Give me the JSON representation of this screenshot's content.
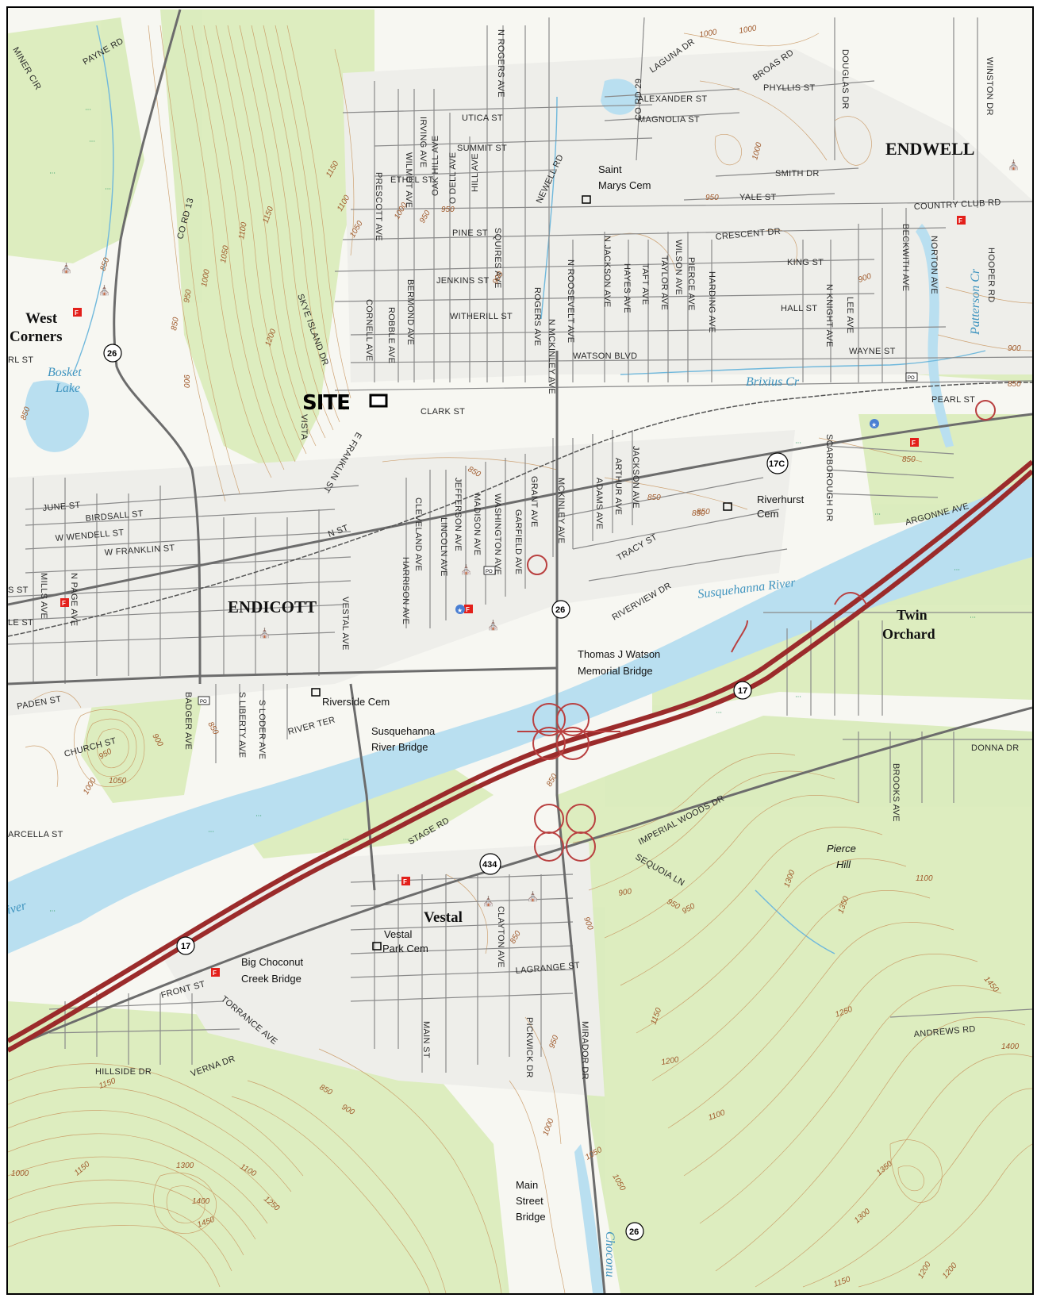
{
  "map": {
    "site_label": "SITE",
    "towns": [
      {
        "id": "endwell",
        "text": "ENDWELL"
      },
      {
        "id": "endicott",
        "text": "ENDICOTT"
      },
      {
        "id": "west",
        "text": "West"
      },
      {
        "id": "corners",
        "text": "Corners"
      },
      {
        "id": "twin",
        "text": "Twin"
      },
      {
        "id": "orchard",
        "text": "Orchard"
      },
      {
        "id": "vestal",
        "text": "Vestal"
      }
    ],
    "water": [
      {
        "id": "bosket",
        "text": "Bosket"
      },
      {
        "id": "lake",
        "text": "Lake"
      },
      {
        "id": "brixius",
        "text": "Brixius Cr"
      },
      {
        "id": "susq",
        "text": "Susquehanna River"
      },
      {
        "id": "patterson",
        "text": "Patterson Cr"
      },
      {
        "id": "choconut",
        "text": "Choconu"
      },
      {
        "id": "river_left",
        "text": "iver"
      }
    ],
    "features": [
      {
        "id": "stmarys1",
        "text": "Saint"
      },
      {
        "id": "stmarys2",
        "text": "Marys Cem"
      },
      {
        "id": "riverhurst1",
        "text": "Riverhurst"
      },
      {
        "id": "riverhurst2",
        "text": "Cem"
      },
      {
        "id": "watson1",
        "text": "Thomas J Watson"
      },
      {
        "id": "watson2",
        "text": "Memorial Bridge"
      },
      {
        "id": "riverside",
        "text": "Riverside Cem"
      },
      {
        "id": "susqbr1",
        "text": "Susquehanna"
      },
      {
        "id": "susqbr2",
        "text": "River Bridge"
      },
      {
        "id": "vestalpark1",
        "text": "Vestal"
      },
      {
        "id": "vestalpark2",
        "text": "Park Cem"
      },
      {
        "id": "bigchoc1",
        "text": "Big Choconut"
      },
      {
        "id": "bigchoc2",
        "text": "Creek Bridge"
      },
      {
        "id": "mainst1",
        "text": "Main"
      },
      {
        "id": "mainst2",
        "text": "Street"
      },
      {
        "id": "mainst3",
        "text": "Bridge"
      },
      {
        "id": "pierce1",
        "text": "Pierce"
      },
      {
        "id": "pierce2",
        "text": "Hill"
      }
    ],
    "shields": [
      {
        "id": "r26a",
        "text": "26"
      },
      {
        "id": "r26b",
        "text": "26"
      },
      {
        "id": "r26c",
        "text": "26"
      },
      {
        "id": "r17c",
        "text": "17C"
      },
      {
        "id": "r17a",
        "text": "17"
      },
      {
        "id": "r17b",
        "text": "17"
      },
      {
        "id": "r434",
        "text": "434"
      }
    ],
    "roads": [
      {
        "id": "miner",
        "text": "MINER CIR"
      },
      {
        "id": "payne",
        "text": "PAYNE RD"
      },
      {
        "id": "co13",
        "text": "CO RD 13"
      },
      {
        "id": "prescott",
        "text": "PRESCOTT AVE"
      },
      {
        "id": "irving",
        "text": "IRVING AVE"
      },
      {
        "id": "wilmot",
        "text": "WILMOT AVE"
      },
      {
        "id": "nrogers",
        "text": "N ROGERS AVE"
      },
      {
        "id": "utica",
        "text": "UTICA ST"
      },
      {
        "id": "summit",
        "text": "SUMMIT ST"
      },
      {
        "id": "oakhill",
        "text": "OAK HILL AVE"
      },
      {
        "id": "odell",
        "text": "O DELL AVE"
      },
      {
        "id": "hill",
        "text": "HILL AVE"
      },
      {
        "id": "ethel",
        "text": "ETHEL ST"
      },
      {
        "id": "newell",
        "text": "NEWELL RD"
      },
      {
        "id": "squires",
        "text": "SQUIRES AVE"
      },
      {
        "id": "pine",
        "text": "PINE ST"
      },
      {
        "id": "laguna",
        "text": "LAGUNA DR"
      },
      {
        "id": "broas",
        "text": "BROAS RD"
      },
      {
        "id": "phyllis",
        "text": "PHYLLIS ST"
      },
      {
        "id": "douglas",
        "text": "DOUGLAS DR"
      },
      {
        "id": "winston",
        "text": "WINSTON DR"
      },
      {
        "id": "alexander",
        "text": "ALEXANDER ST"
      },
      {
        "id": "magnolia",
        "text": "MAGNOLIA ST"
      },
      {
        "id": "co29",
        "text": "CO RD 29"
      },
      {
        "id": "smith",
        "text": "SMITH DR"
      },
      {
        "id": "yale",
        "text": "YALE ST"
      },
      {
        "id": "country",
        "text": "COUNTRY CLUB RD"
      },
      {
        "id": "crescent",
        "text": "CRESCENT DR"
      },
      {
        "id": "king",
        "text": "KING ST"
      },
      {
        "id": "beckwith",
        "text": "BECKWITH AVE"
      },
      {
        "id": "norton",
        "text": "NORTON AVE"
      },
      {
        "id": "hooper",
        "text": "HOOPER RD"
      },
      {
        "id": "jenkins",
        "text": "JENKINS ST"
      },
      {
        "id": "bermond",
        "text": "BERMOND AVE"
      },
      {
        "id": "robble",
        "text": "ROBBLE AVE"
      },
      {
        "id": "cornell",
        "text": "CORNELL AVE"
      },
      {
        "id": "skye",
        "text": "SKYE ISLAND DR"
      },
      {
        "id": "witherill",
        "text": "WITHERILL ST"
      },
      {
        "id": "rogers",
        "text": "ROGERS AVE"
      },
      {
        "id": "nmckinley",
        "text": "N MCKINLEY AVE"
      },
      {
        "id": "nroosevelt",
        "text": "N ROOSEVELT AVE"
      },
      {
        "id": "njackson",
        "text": "N JACKSON AVE"
      },
      {
        "id": "hayes",
        "text": "HAYES AVE"
      },
      {
        "id": "taft",
        "text": "TAFT AVE"
      },
      {
        "id": "taylor",
        "text": "TAYLOR AVE"
      },
      {
        "id": "pierce",
        "text": "PIERCE AVE"
      },
      {
        "id": "wilson",
        "text": "WILSON AVE"
      },
      {
        "id": "harding",
        "text": "HARDING AVE"
      },
      {
        "id": "hall",
        "text": "HALL ST"
      },
      {
        "id": "nknight",
        "text": "N KNIGHT AVE"
      },
      {
        "id": "lee",
        "text": "LEE AVE"
      },
      {
        "id": "watsonblvd",
        "text": "WATSON BLVD"
      },
      {
        "id": "wayne",
        "text": "WAYNE ST"
      },
      {
        "id": "clark",
        "text": "CLARK ST"
      },
      {
        "id": "pearl",
        "text": "PEARL ST"
      },
      {
        "id": "vista",
        "text": "VISTA"
      },
      {
        "id": "efranklin",
        "text": "E FRANKLIN ST"
      },
      {
        "id": "jefferson",
        "text": "JEFFERSON AVE"
      },
      {
        "id": "madison",
        "text": "MADISON AVE"
      },
      {
        "id": "washington",
        "text": "WASHINGTON AVE"
      },
      {
        "id": "grant",
        "text": "GRANT AVE"
      },
      {
        "id": "garfield",
        "text": "GARFIELD AVE"
      },
      {
        "id": "mckinley",
        "text": "MCKINLEY AVE"
      },
      {
        "id": "adams",
        "text": "ADAMS AVE"
      },
      {
        "id": "arthur",
        "text": "ARTHUR AVE"
      },
      {
        "id": "jackson",
        "text": "JACKSON AVE"
      },
      {
        "id": "scarborough",
        "text": "SCARBOROUGH DR"
      },
      {
        "id": "argonne",
        "text": "ARGONNE AVE"
      },
      {
        "id": "cleveland",
        "text": "CLEVELAND AVE"
      },
      {
        "id": "lincoln",
        "text": "LINCOLN AVE"
      },
      {
        "id": "harrison",
        "text": "HARRISON AVE"
      },
      {
        "id": "tracy",
        "text": "TRACY ST"
      },
      {
        "id": "riverview",
        "text": "RIVERVIEW DR"
      },
      {
        "id": "june",
        "text": "JUNE ST"
      },
      {
        "id": "birdsall",
        "text": "BIRDSALL ST"
      },
      {
        "id": "wwendell",
        "text": "W WENDELL ST"
      },
      {
        "id": "wfranklin",
        "text": "W FRANKLIN ST"
      },
      {
        "id": "nst",
        "text": "N ST"
      },
      {
        "id": "mills",
        "text": "MILLS AVE"
      },
      {
        "id": "npage",
        "text": "N PAGE AVE"
      },
      {
        "id": "sst",
        "text": "S ST"
      },
      {
        "id": "lest",
        "text": "LE ST"
      },
      {
        "id": "rlst",
        "text": "RL ST"
      },
      {
        "id": "vestalave",
        "text": "VESTAL AVE"
      },
      {
        "id": "paden",
        "text": "PADEN ST"
      },
      {
        "id": "church",
        "text": "CHURCH ST"
      },
      {
        "id": "badger",
        "text": "BADGER AVE"
      },
      {
        "id": "sliberty",
        "text": "S LIBERTY AVE"
      },
      {
        "id": "sloder",
        "text": "S LODER AVE"
      },
      {
        "id": "riverter",
        "text": "RIVER TER"
      },
      {
        "id": "arcella",
        "text": "ARCELLA ST"
      },
      {
        "id": "stage",
        "text": "STAGE RD"
      },
      {
        "id": "imperial",
        "text": "IMPERIAL WOODS DR"
      },
      {
        "id": "sequoia",
        "text": "SEQUOIA LN"
      },
      {
        "id": "brooks",
        "text": "BROOKS AVE"
      },
      {
        "id": "donna",
        "text": "DONNA DR"
      },
      {
        "id": "clayton",
        "text": "CLAYTON AVE"
      },
      {
        "id": "lagrange",
        "text": "LAGRANGE ST"
      },
      {
        "id": "front",
        "text": "FRONT ST"
      },
      {
        "id": "torrance",
        "text": "TORRANCE AVE"
      },
      {
        "id": "pickwick",
        "text": "PICKWICK DR"
      },
      {
        "id": "mirador",
        "text": "MIRADOR DR"
      },
      {
        "id": "mainst",
        "text": "MAIN ST"
      },
      {
        "id": "hillside",
        "text": "HILLSIDE DR"
      },
      {
        "id": "verna",
        "text": "VERNA DR"
      },
      {
        "id": "andrews",
        "text": "ANDREWS RD"
      }
    ],
    "contours": [
      {
        "id": "c1000a",
        "text": "1000"
      },
      {
        "id": "c1000b",
        "text": "1000"
      },
      {
        "id": "c1150a",
        "text": "1150"
      },
      {
        "id": "c1100a",
        "text": "1100"
      },
      {
        "id": "c1050a",
        "text": "1050"
      },
      {
        "id": "c1000c",
        "text": "1000"
      },
      {
        "id": "c950a",
        "text": "950"
      },
      {
        "id": "c850a",
        "text": "850"
      },
      {
        "id": "c1200a",
        "text": "1200"
      },
      {
        "id": "c1150b",
        "text": "1150"
      },
      {
        "id": "c1100b",
        "text": "1100"
      },
      {
        "id": "c1050b",
        "text": "1050"
      },
      {
        "id": "c900a",
        "text": "900"
      },
      {
        "id": "c850b",
        "text": "850"
      },
      {
        "id": "c950b",
        "text": "950"
      },
      {
        "id": "c950c",
        "text": "950"
      },
      {
        "id": "c900b",
        "text": "900"
      },
      {
        "id": "c1000d",
        "text": "1000"
      },
      {
        "id": "c850c",
        "text": "850"
      },
      {
        "id": "c1000e",
        "text": "1000"
      },
      {
        "id": "c950d",
        "text": "950"
      },
      {
        "id": "c900c",
        "text": "900"
      },
      {
        "id": "c900d",
        "text": "900"
      },
      {
        "id": "c850d",
        "text": "850"
      },
      {
        "id": "c850e",
        "text": "850"
      },
      {
        "id": "c850f",
        "text": "850"
      },
      {
        "id": "c850g",
        "text": "850"
      },
      {
        "id": "c850h",
        "text": "850"
      },
      {
        "id": "c850i",
        "text": "850"
      },
      {
        "id": "c850j",
        "text": "850"
      },
      {
        "id": "c900e",
        "text": "900"
      },
      {
        "id": "c950e",
        "text": "950"
      },
      {
        "id": "c1050c",
        "text": "1050"
      },
      {
        "id": "c1000f",
        "text": "1000"
      },
      {
        "id": "c850k",
        "text": "850"
      },
      {
        "id": "c900f",
        "text": "900"
      },
      {
        "id": "c950f",
        "text": "950"
      },
      {
        "id": "c1300a",
        "text": "1300"
      },
      {
        "id": "c1350a",
        "text": "1350"
      },
      {
        "id": "c1100c",
        "text": "1100"
      },
      {
        "id": "c900g",
        "text": "900"
      },
      {
        "id": "c850l",
        "text": "850"
      },
      {
        "id": "c1150c",
        "text": "1150"
      },
      {
        "id": "c1250a",
        "text": "1250"
      },
      {
        "id": "c1450a",
        "text": "1450"
      },
      {
        "id": "c1400a",
        "text": "1400"
      },
      {
        "id": "c1200b",
        "text": "1200"
      },
      {
        "id": "c1100d",
        "text": "1100"
      },
      {
        "id": "c1050d",
        "text": "1050"
      },
      {
        "id": "c1050e",
        "text": "1050"
      },
      {
        "id": "c1000g",
        "text": "1000"
      },
      {
        "id": "c950g",
        "text": "950"
      },
      {
        "id": "c900h",
        "text": "900"
      },
      {
        "id": "c850m",
        "text": "850"
      },
      {
        "id": "c1350b",
        "text": "1350"
      },
      {
        "id": "c1300b",
        "text": "1300"
      },
      {
        "id": "c1150d",
        "text": "1150"
      },
      {
        "id": "c1300c",
        "text": "1300"
      },
      {
        "id": "c1100e",
        "text": "1100"
      },
      {
        "id": "c1250b",
        "text": "1250"
      },
      {
        "id": "c1400b",
        "text": "1400"
      },
      {
        "id": "c1450b",
        "text": "1450"
      },
      {
        "id": "c1150e",
        "text": "1150"
      },
      {
        "id": "c1200c",
        "text": "1200"
      },
      {
        "id": "c1150f",
        "text": "1150"
      },
      {
        "id": "c1000h",
        "text": "1000"
      },
      {
        "id": "c950h",
        "text": "950"
      },
      {
        "id": "c1200d",
        "text": "1200"
      }
    ],
    "colors": {
      "water": "#b9dff0",
      "vegetation": "#d7eab6",
      "contour": "#c8955f",
      "interstate": "#9b2b2b",
      "road": "#7a7a7a",
      "river_text": "#3f94bf",
      "fire_station": "#e3201b"
    },
    "icons": [
      "fire-station-icon",
      "cemetery-icon",
      "church-icon",
      "post-office-icon",
      "police-icon",
      "swamp-icon"
    ]
  }
}
